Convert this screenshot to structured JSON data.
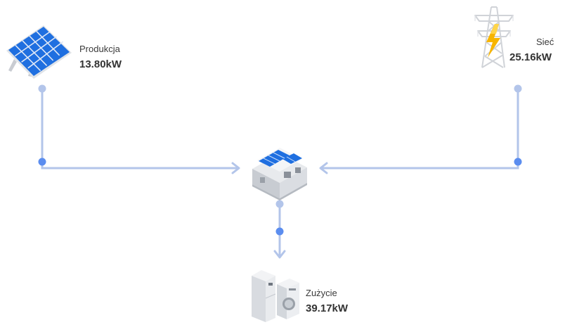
{
  "colors": {
    "line": "#b3c5ea",
    "dot_light": "#b3c5ea",
    "dot_dark": "#5b8def",
    "solar_blue": "#1f6fe0",
    "bolt": "#f7b500"
  },
  "nodes": {
    "production": {
      "icon": "solar-panel-icon",
      "name": "Produkcja",
      "value": "13.80kW"
    },
    "grid": {
      "icon": "power-pylon-icon",
      "name": "Sieć",
      "value": "25.16kW"
    },
    "house": {
      "icon": "house-icon"
    },
    "consumption": {
      "icon": "appliances-icon",
      "name": "Zużycie",
      "value": "39.17kW"
    }
  }
}
